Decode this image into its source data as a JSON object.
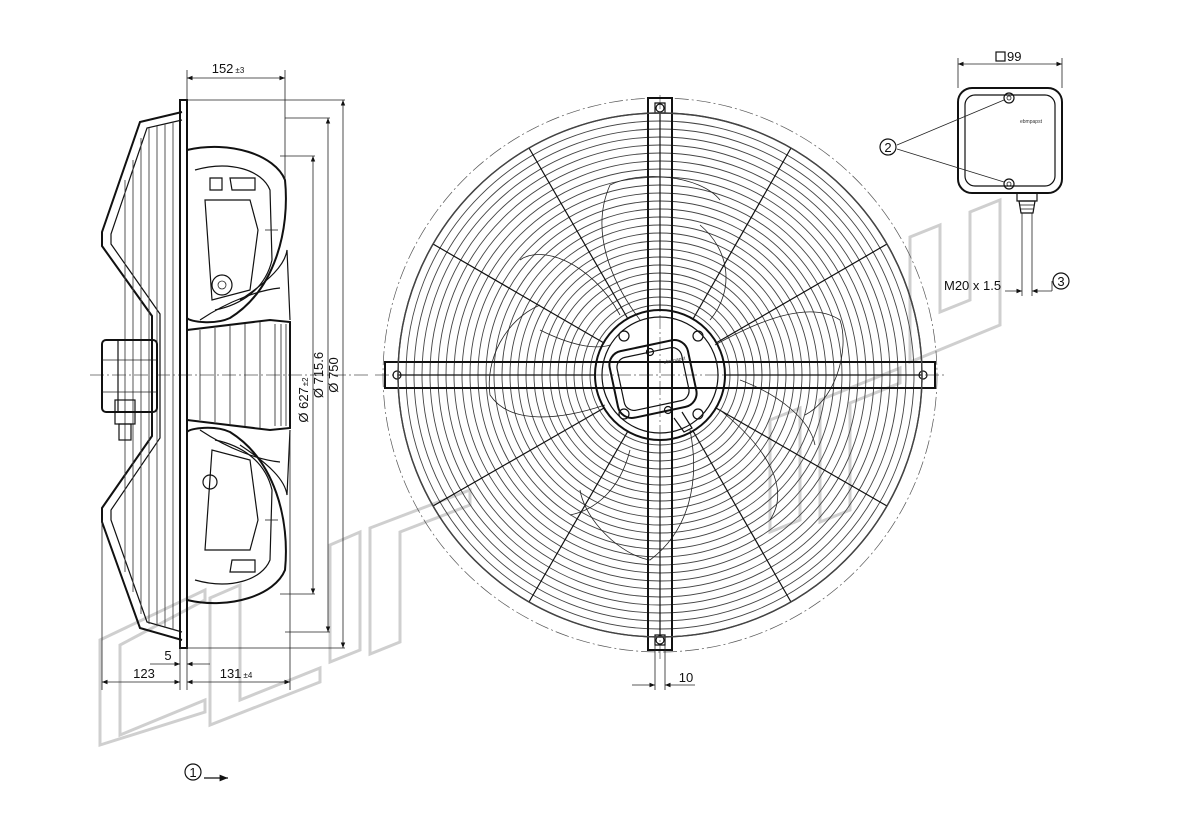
{
  "dims": {
    "depth_total": "152",
    "depth_total_tol": "±3",
    "dia_627": "Ø 627",
    "dia_627_tol": "±2",
    "dia_715": "Ø 715.6",
    "dia_750": "Ø 750",
    "gap_5": "5",
    "len_123": "123",
    "len_131": "131",
    "len_131_tol": "±4",
    "slot_10": "10",
    "box_99": "99",
    "thread": "M20 x 1.5"
  },
  "callouts": {
    "c1": "1",
    "c2": "2",
    "c3": "3"
  },
  "brand_mark": "ebmpapst"
}
